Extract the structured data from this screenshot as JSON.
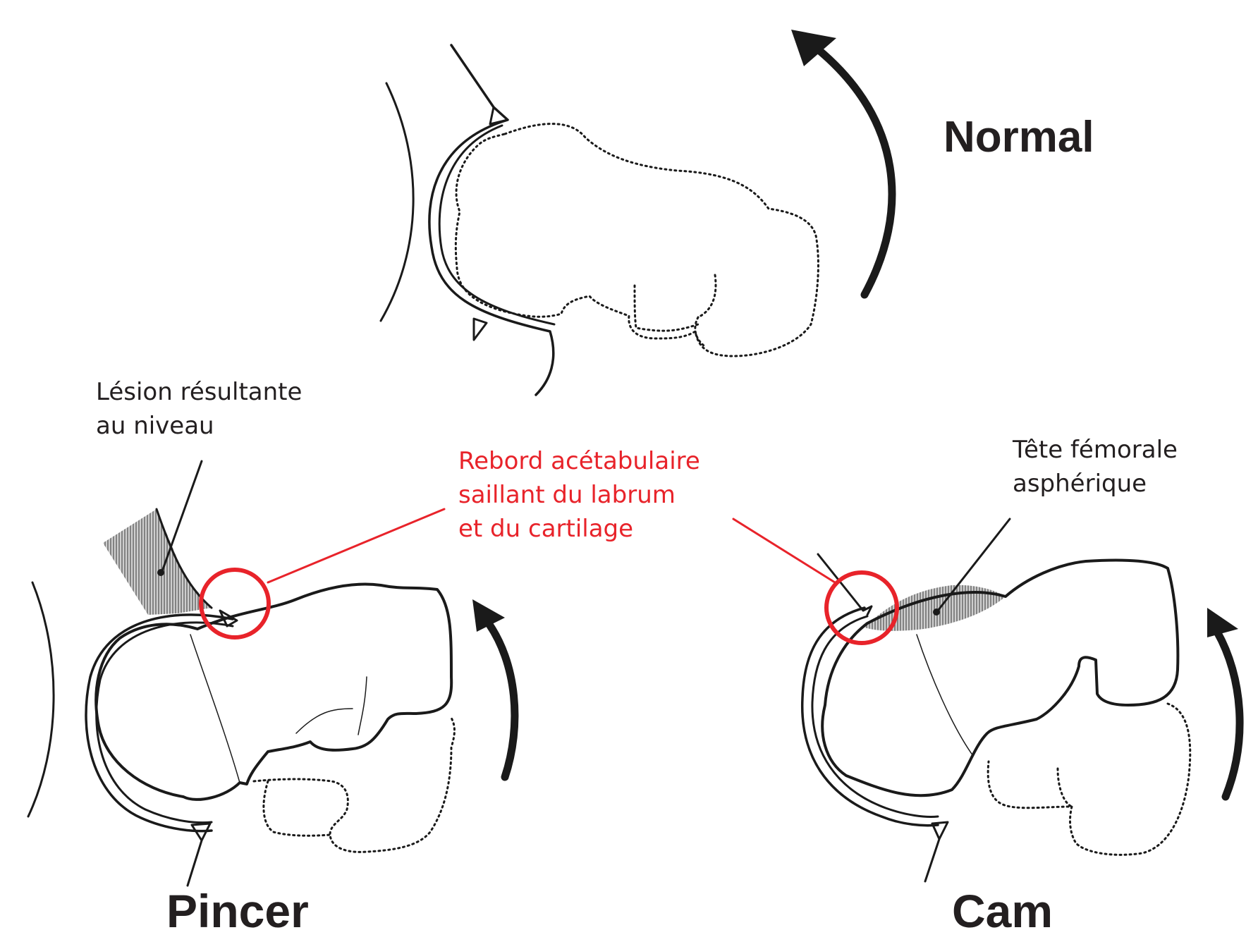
{
  "labels": {
    "normal": "Normal",
    "pincer": "Pincer",
    "cam": "Cam",
    "lesion": "Lésion résultante\nau niveau",
    "rebord": "Rebord acétabulaire\nsaillant du labrum\net du cartilage",
    "tete": "Tête fémorale\nasphérique"
  },
  "colors": {
    "outline": "#1a1a1a",
    "highlight": "#e8232a",
    "hatch": "#7a7a7a"
  }
}
